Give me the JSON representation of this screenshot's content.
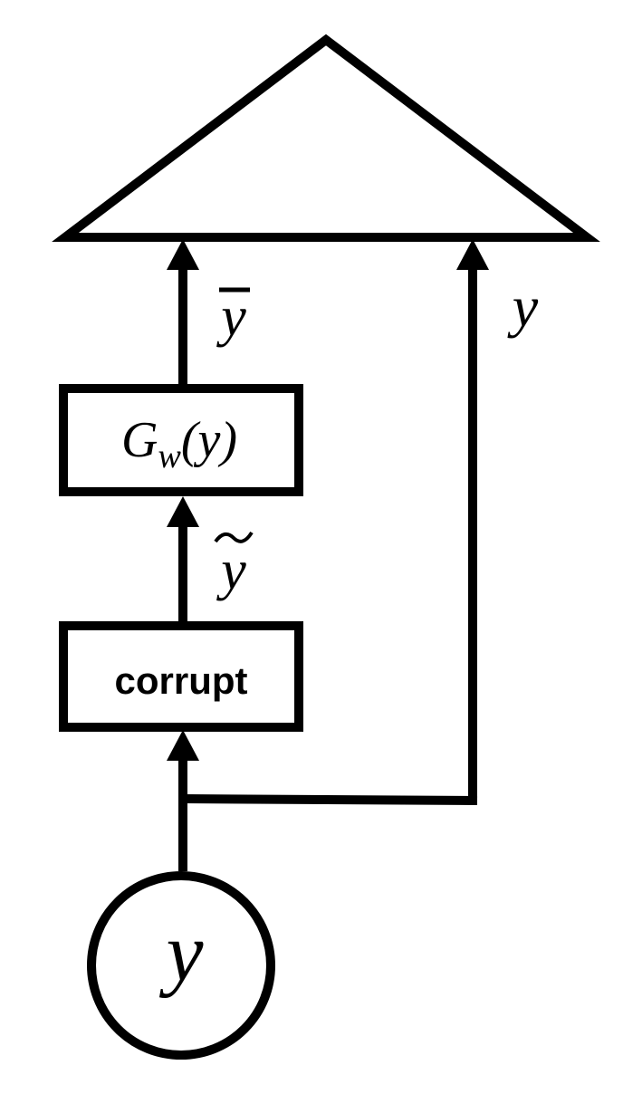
{
  "labels": {
    "y_bar": "y",
    "y_right": "y",
    "gw_func": "G",
    "gw_sub": "w",
    "gw_arg": "(y)",
    "y_tilde": "y",
    "corrupt": "corrupt",
    "input_node": "y"
  },
  "colors": {
    "stroke": "#000000",
    "background": "#ffffff"
  }
}
